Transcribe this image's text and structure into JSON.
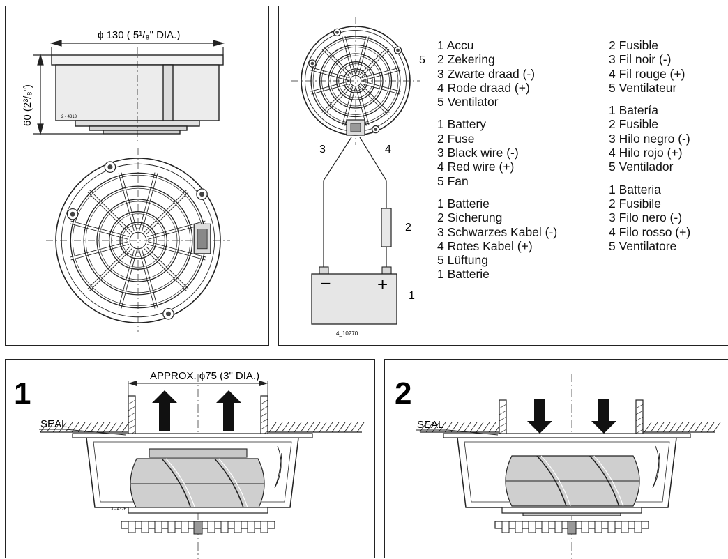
{
  "panel_dimensions": {
    "diameter_label": "ϕ 130   ( 5¹/₈\" DIA.)",
    "height_label": "60  (2³/₈\")",
    "ref_code": "2 - 4313"
  },
  "panel_wiring": {
    "callouts": {
      "fan": "5",
      "black_wire": "3",
      "red_wire": "4",
      "fuse": "2",
      "battery": "1"
    },
    "battery_minus": "–",
    "battery_plus": "+",
    "ref_code": "4_10270",
    "legend_left": [
      "1 Accu",
      "2 Zekering",
      "3 Zwarte draad (-)",
      "4 Rode draad (+)",
      "5 Ventilator",
      "",
      "1 Battery",
      "2 Fuse",
      "3 Black wire (-)",
      "4 Red wire (+)",
      "5 Fan",
      "",
      "1 Batterie",
      "2 Sicherung",
      "3 Schwarzes Kabel (-)",
      "4 Rotes Kabel (+)",
      "5 Lüftung",
      "1 Batterie"
    ],
    "legend_right": [
      "2 Fusible",
      "3 Fil noir (-)",
      "4 Fil rouge (+)",
      "5 Ventilateur",
      "",
      "1 Batería",
      "2 Fusible",
      "3 Hilo negro (-)",
      "4 Hilo rojo (+)",
      "5 Ventilador",
      "",
      "1 Batteria",
      "2 Fusibile",
      "3 Filo nero (-)",
      "4 Filo rosso (+)",
      "5 Ventilatore"
    ]
  },
  "panel_install_1": {
    "number": "1",
    "seal_label": "SEAL",
    "opening_label": "APPROX. ϕ75  (3\" DIA.)",
    "ref_code": "3 - 4326"
  },
  "panel_install_2": {
    "number": "2",
    "seal_label": "SEAL"
  }
}
